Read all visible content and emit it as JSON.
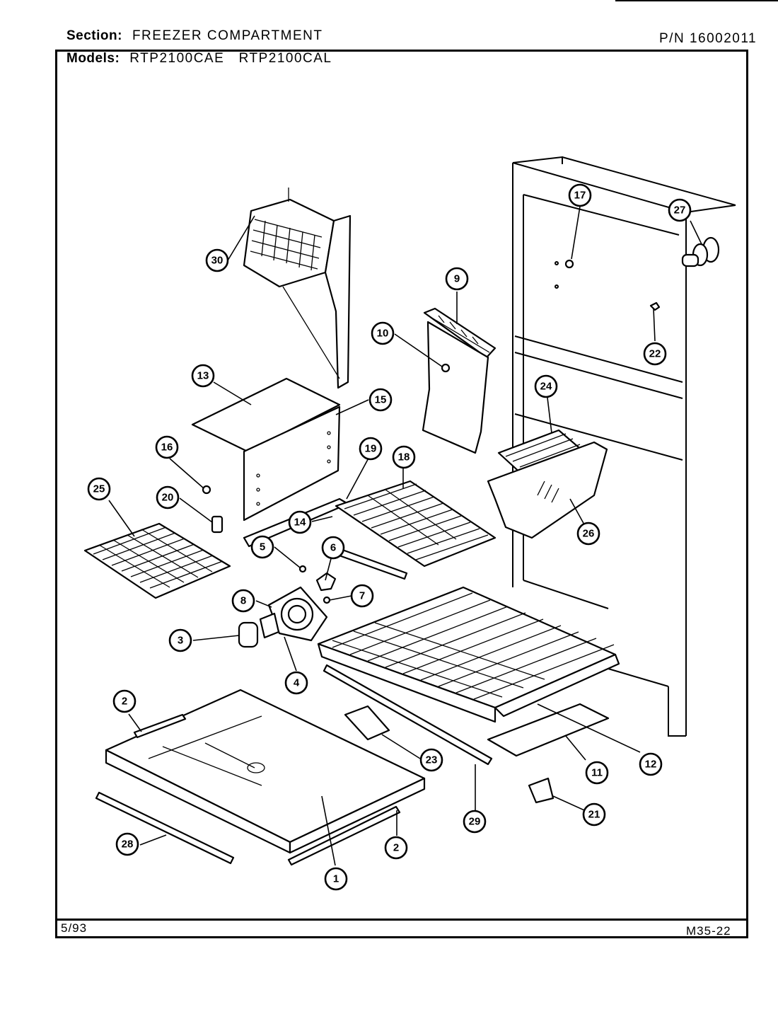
{
  "header": {
    "section_label": "Section:",
    "section_value": "FREEZER COMPARTMENT",
    "models_label": "Models:",
    "models_value": "RTP2100CAE   RTP2100CAL",
    "pn": "P/N 16002011"
  },
  "footer": {
    "date": "5/93",
    "code": "M35-22"
  },
  "callouts": [
    "1",
    "2",
    "3",
    "4",
    "5",
    "6",
    "7",
    "8",
    "9",
    "10",
    "11",
    "12",
    "13",
    "14",
    "15",
    "16",
    "17",
    "18",
    "19",
    "20",
    "21",
    "22",
    "23",
    "24",
    "25",
    "26",
    "27",
    "28",
    "29",
    "30"
  ]
}
